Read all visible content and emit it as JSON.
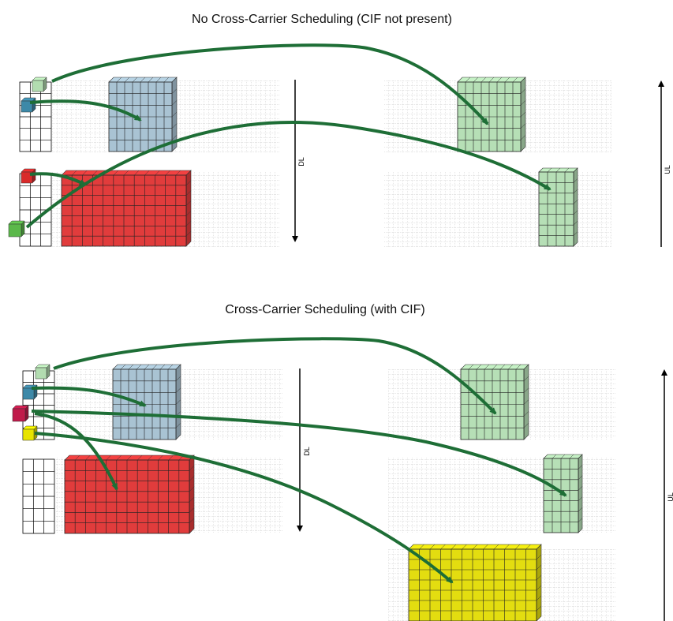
{
  "titles": {
    "top": "No Cross-Carrier Scheduling (CIF not present)",
    "bottom": "Cross-Carrier Scheduling (with CIF)"
  },
  "axis_labels": {
    "top_dl": "DL",
    "top_ul": "UL",
    "bottom_dl": "DL",
    "bottom_ul": "UL"
  },
  "colors": {
    "arrow": "#1e6e36",
    "blue_block": "#a9c3d3",
    "blue_cube": "#3d89a8",
    "red_block": "#e13c3c",
    "red_cube": "#d92a2a",
    "crimson_cube": "#c01a4a",
    "green_block": "#b6dfb6",
    "green_cube_light": "#b2dcb0",
    "green_cube_dark": "#5bb84a",
    "yellow_block": "#e3dd10",
    "yellow_cube": "#e8e400",
    "grid_line": "#999999"
  }
}
